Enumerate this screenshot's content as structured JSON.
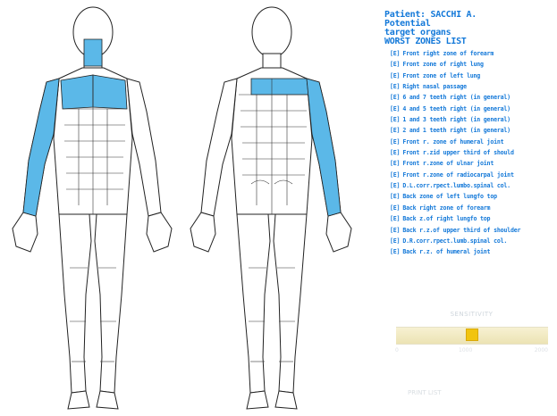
{
  "patient": {
    "line1": "Patient: SACCHI A.",
    "line2": "Potential",
    "line3": "target organs",
    "list_title": "WORST ZONES LIST"
  },
  "zones": [
    {
      "code": "[E]",
      "label": "Front right zone of forearm"
    },
    {
      "code": "[E]",
      "label": "Front zone of right lung"
    },
    {
      "code": "[E]",
      "label": "Front zone of left lung"
    },
    {
      "code": "[E]",
      "label": "Right nasal passage"
    },
    {
      "code": "[E]",
      "label": "6 and 7 teeth right (in general)"
    },
    {
      "code": "[E]",
      "label": "4 and 5 teeth right (in general)"
    },
    {
      "code": "[E]",
      "label": "1 and 3 teeth right (in general)"
    },
    {
      "code": "[E]",
      "label": "2 and 1 teeth right (in general)"
    },
    {
      "code": "[E]",
      "label": "Front r. zone of humeral joint"
    },
    {
      "code": "[E]",
      "label": "Front r.zid upper third of should"
    },
    {
      "code": "[E]",
      "label": "Front r.zone of ulnar joint"
    },
    {
      "code": "[E]",
      "label": "Front r.zone of radiocarpal joint"
    },
    {
      "code": "[E]",
      "label": "D.L.corr.rpect.lumbo.spinal col."
    },
    {
      "code": "[E]",
      "label": "Back zone of left lungfo top"
    },
    {
      "code": "[E]",
      "label": "Back right zone of forearm"
    },
    {
      "code": "[E]",
      "label": "Back z.of right lungfo top"
    },
    {
      "code": "[E]",
      "label": "Back r.z.of upper third of shoulder"
    },
    {
      "code": "[E]",
      "label": "D.R.corr.rpect.lumb.spinal col."
    },
    {
      "code": "[E]",
      "label": "Back r.z. of humeral joint"
    }
  ],
  "slider": {
    "title": "SENSITIVITY",
    "value": 0.5,
    "min_label": "0",
    "mid_label": "1000",
    "max_label": "2000"
  },
  "footer": "PRINT LIST",
  "colors": {
    "highlight": "#5bb8e8",
    "text": "#1479d9",
    "outline": "#222222",
    "thumb": "#f1c40f"
  }
}
